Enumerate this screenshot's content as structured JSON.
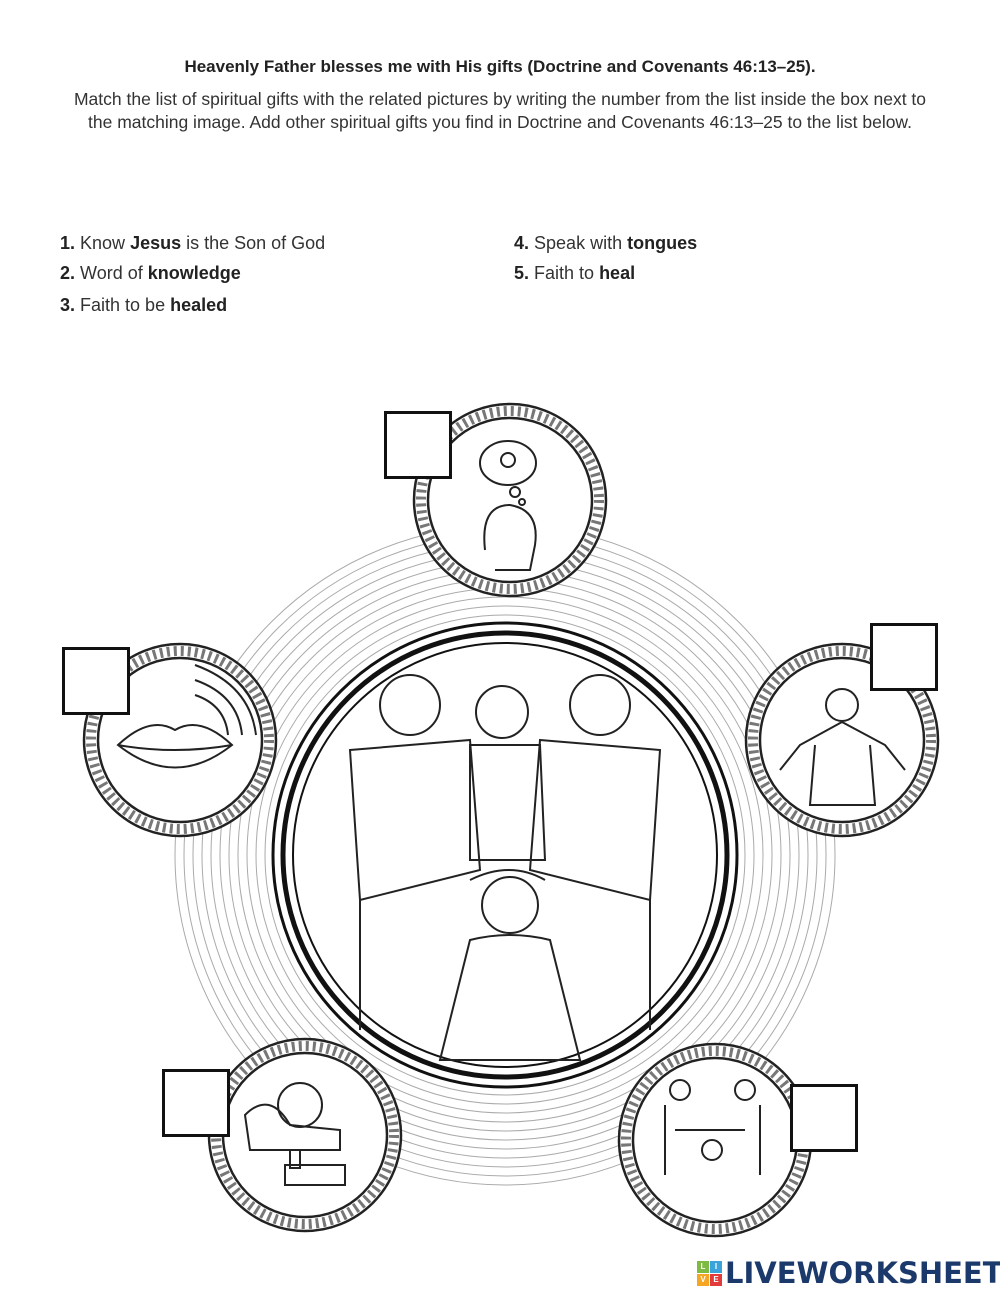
{
  "title": "Heavenly Father blesses me with His gifts (Doctrine and Covenants 46:13–25).",
  "instructions": "Match the list of spiritual gifts with the related pictures by writing the number from the list inside the box next to the matching image. Add other spiritual gifts you find in Doctrine and Covenants 46:13–25 to the list below.",
  "items": [
    {
      "num": "1.",
      "pre": "Know ",
      "bold": "Jesus",
      "post": " is the Son of God"
    },
    {
      "num": "2.",
      "pre": "Word of ",
      "bold": "knowledge",
      "post": ""
    },
    {
      "num": "3.",
      "pre": "Faith to be ",
      "bold": "healed",
      "post": ""
    },
    {
      "num": "4.",
      "pre": "Speak with ",
      "bold": "tongues",
      "post": ""
    },
    {
      "num": "5.",
      "pre": "Faith to ",
      "bold": "heal",
      "post": ""
    }
  ],
  "answers": {
    "top": "",
    "left": "",
    "right": "",
    "bottom_left": "",
    "bottom_right": ""
  },
  "pictures": {
    "top": "thinking-child-lightbulb",
    "left": "lips-speaking",
    "right": "jesus-christ",
    "bottom_left": "sick-child-in-bed",
    "bottom_right": "priesthood-blessing-small",
    "center": "priesthood-blessing"
  },
  "logo": {
    "blocks": [
      "L",
      "I",
      "V",
      "E"
    ],
    "text": "LIVEWORKSHEETS",
    "colors": [
      "#7dbb42",
      "#3aa3dc",
      "#f5a623",
      "#e23b3b"
    ],
    "text_color": "#1b3a6b"
  }
}
